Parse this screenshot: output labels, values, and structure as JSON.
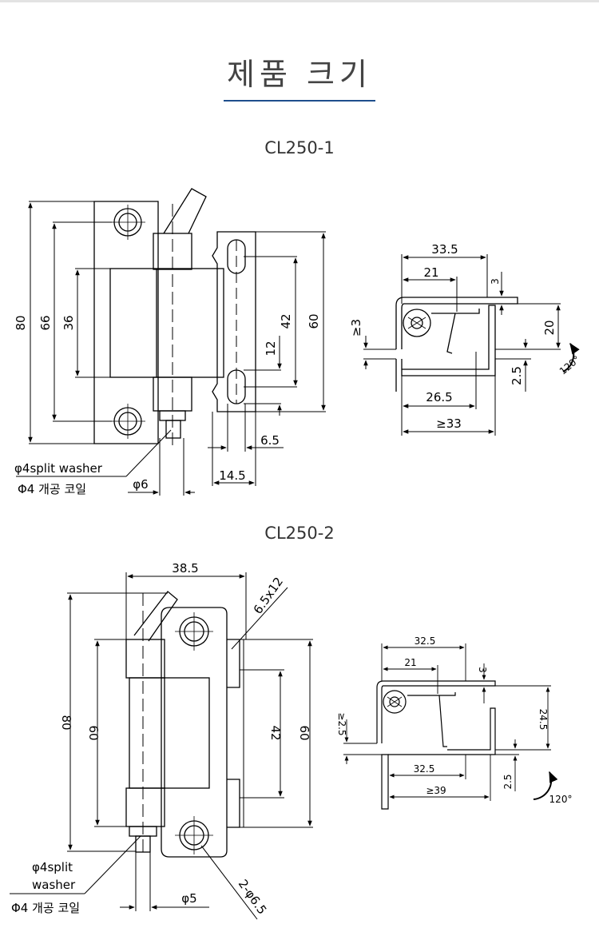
{
  "page": {
    "title": "제품 크기"
  },
  "cl250_1": {
    "model": "CL250-1",
    "dims": {
      "d80": "80",
      "d66": "66",
      "d36": "36",
      "d42": "42",
      "d60": "60",
      "d12": "12",
      "d6_5": "6.5",
      "d14_5": "14.5",
      "phi6": "φ6",
      "d33_5": "33.5",
      "d21": "21",
      "d3": "3",
      "ge3": "≥3",
      "d20": "20",
      "d2_5": "2.5",
      "d26_5": "26.5",
      "ge33": "≥33",
      "angle": "120°"
    },
    "washer_label": "φ4split washer",
    "coil_label": "Φ4 개공 코일"
  },
  "cl250_2": {
    "model": "CL250-2",
    "dims": {
      "d38_5": "38.5",
      "slot": "6.5x12",
      "d80": "80",
      "d60a": "60",
      "d42": "42",
      "d60b": "60",
      "phi5": "φ5",
      "holes": "2-φ6.5",
      "d32_5": "32.5",
      "d21": "21",
      "d3": "3",
      "ge2_5": "≥2.5",
      "d24_5": "24.5",
      "d32_5b": "32.5",
      "ge39": "≥39",
      "d2_5": "2.5",
      "angle": "120°"
    },
    "washer_label_1": "φ4split",
    "washer_label_2": "washer",
    "coil_label": "Φ4 개공 코일"
  }
}
